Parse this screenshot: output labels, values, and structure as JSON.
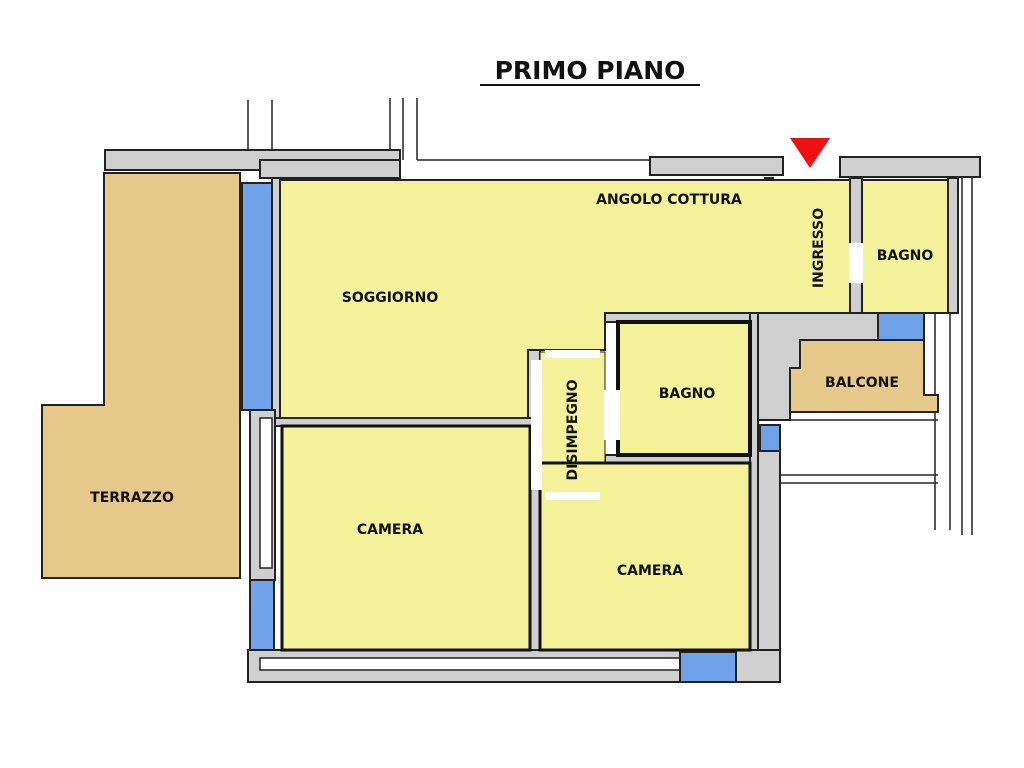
{
  "title": "PRIMO PIANO",
  "colors": {
    "interior": "#f3f199",
    "exterior": "#e6c98a",
    "window": "#6fa2e8",
    "wall": "#cfcfcf",
    "entrance_marker": "#ee1111"
  },
  "entrance_marker_icon": "down-triangle-icon",
  "rooms": {
    "angolo_cottura": "ANGOLO COTTURA",
    "ingresso": "INGRESSO",
    "bagno_1": "BAGNO",
    "soggiorno": "SOGGIORNO",
    "bagno_2": "BAGNO",
    "balcone": "BALCONE",
    "disimpegno": "DISIMPEGNO",
    "terrazzo": "TERRAZZO",
    "camera_1": "CAMERA",
    "camera_2": "CAMERA"
  }
}
